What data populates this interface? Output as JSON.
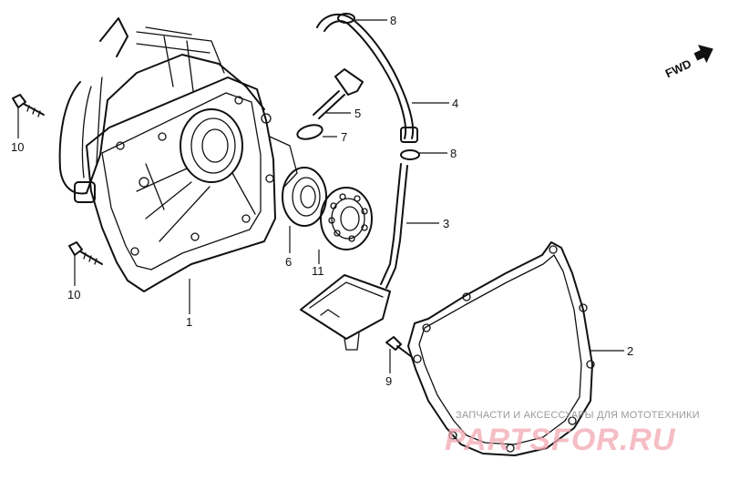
{
  "diagram": {
    "callouts": [
      {
        "id": "c1",
        "label": "1"
      },
      {
        "id": "c2",
        "label": "2"
      },
      {
        "id": "c3",
        "label": "3"
      },
      {
        "id": "c4",
        "label": "4"
      },
      {
        "id": "c5",
        "label": "5"
      },
      {
        "id": "c6",
        "label": "6"
      },
      {
        "id": "c7",
        "label": "7"
      },
      {
        "id": "c8a",
        "label": "8"
      },
      {
        "id": "c8b",
        "label": "8"
      },
      {
        "id": "c9",
        "label": "9"
      },
      {
        "id": "c10a",
        "label": "10"
      },
      {
        "id": "c10b",
        "label": "10"
      },
      {
        "id": "c11",
        "label": "11"
      }
    ],
    "direction_label": "FWD",
    "watermark": {
      "tagline": "ЗАПЧАСТИ И АКСЕССУАРЫ ДЛЯ МОТОТЕХНИКИ",
      "logo": "PARTSFOR.RU",
      "logo_color": "#f2a7b0"
    }
  }
}
